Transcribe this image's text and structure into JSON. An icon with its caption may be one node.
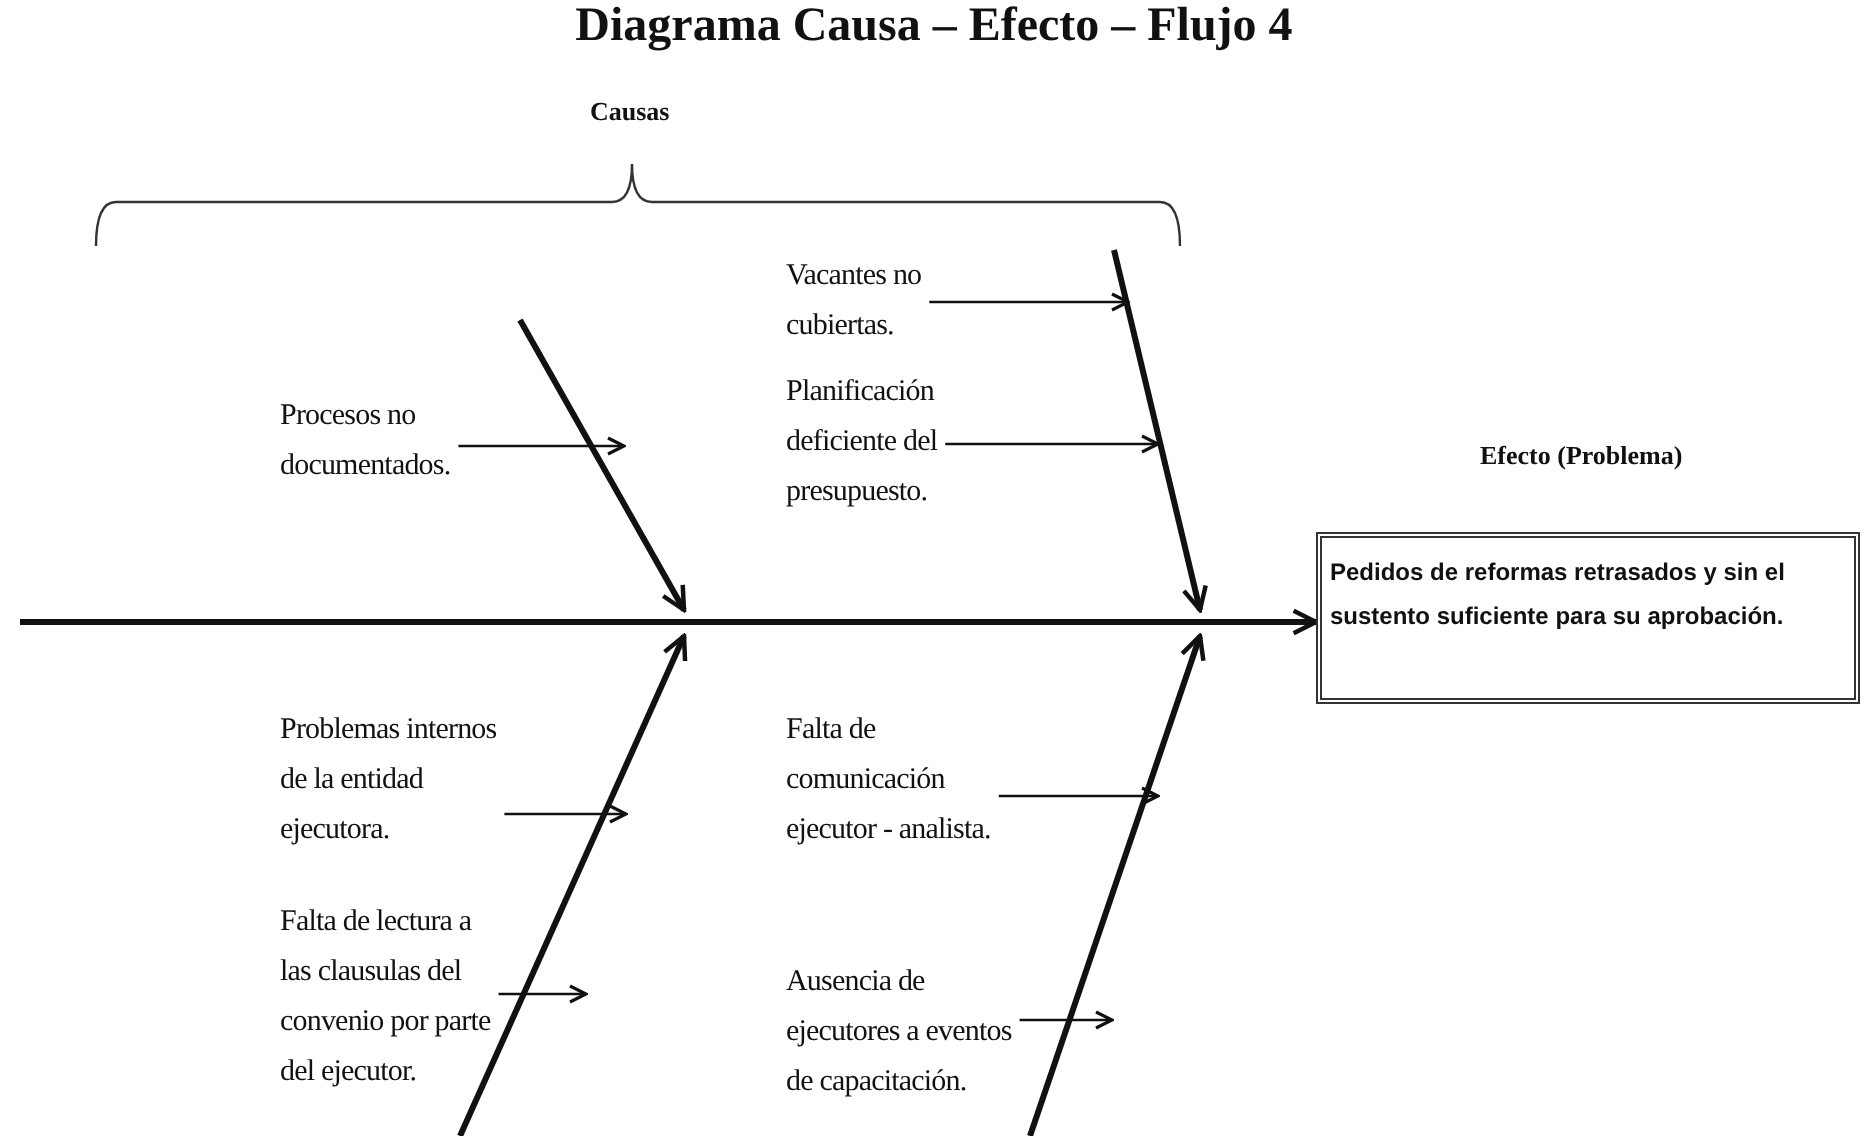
{
  "diagram": {
    "title": "Diagrama Causa – Efecto – Flujo 4",
    "nodes": [
      {
        "text": [
          "Procesos no documentados."
        ]
      },
      {
        "text": [
          "Vacantes no cubiertas."
        ]
      },
      {
        "text": [
          "Planificación deficiente del presupuesto."
        ]
      },
      {
        "text": [
          "Problemas internos de la entidad ejecutora."
        ]
      },
      {
        "text": [
          "Falta de lectura a las clausulas del convenio por parte del ejecutor."
        ]
      },
      {
        "text": [
          "Falta de comunicación ejecutor - analista."
        ]
      },
      {
        "text": [
          "Ausencia de ejecutores a eventos de capacitación."
        ]
      },
      {
        "text": [
          "Pedidos de reformas retrasados y sin el sustento suficiente para su aprobación."
        ]
      }
    ],
    "edges": [
      {
        "from": 0,
        "to": null,
        "arrow": "to"
      },
      {
        "from": 1,
        "to": null,
        "arrow": "to"
      },
      {
        "from": 2,
        "to": null,
        "arrow": "to"
      },
      {
        "from": 3,
        "to": null,
        "arrow": "to"
      },
      {
        "from": 4,
        "to": null,
        "arrow": "to"
      },
      {
        "from": 5,
        "to": null,
        "arrow": "to"
      },
      {
        "from": 6,
        "to": null,
        "arrow": "to"
      },
      {
        "from": null,
        "to": 7,
        "arrow": "to",
        "style": "thick"
      }
    ],
    "labels": [
      "Causas",
      "Efecto (Problema)"
    ]
  }
}
